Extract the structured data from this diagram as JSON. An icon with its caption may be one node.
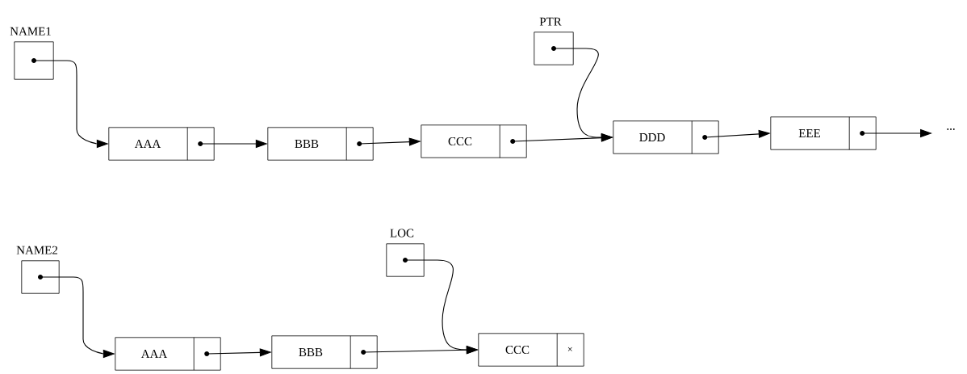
{
  "diagram": {
    "nodes": [
      {
        "text": [
          "NAME1"
        ]
      },
      {
        "text": [
          "PTR"
        ]
      },
      {
        "text": [
          "AAA"
        ]
      },
      {
        "text": [
          "BBB"
        ]
      },
      {
        "text": [
          "CCC"
        ]
      },
      {
        "text": [
          "DDD"
        ]
      },
      {
        "text": [
          "EEE"
        ]
      },
      {
        "text": [
          "NAME2"
        ]
      },
      {
        "text": [
          "LOC"
        ]
      },
      {
        "text": [
          "AAA"
        ]
      },
      {
        "text": [
          "BBB"
        ]
      },
      {
        "text": [
          "CCC",
          "×"
        ]
      }
    ],
    "edges": [
      {
        "from": 0,
        "to": 2,
        "arrow": "to"
      },
      {
        "from": 2,
        "to": 3,
        "arrow": "to"
      },
      {
        "from": 3,
        "to": 4,
        "arrow": "to"
      },
      {
        "from": 4,
        "to": 5,
        "arrow": "to"
      },
      {
        "from": 1,
        "to": 5,
        "arrow": "to"
      },
      {
        "from": 5,
        "to": 6,
        "arrow": "to"
      },
      {
        "from": 6,
        "to": null,
        "arrow": "to"
      },
      {
        "from": 7,
        "to": 9,
        "arrow": "to"
      },
      {
        "from": 9,
        "to": 10,
        "arrow": "to"
      },
      {
        "from": 10,
        "to": 11,
        "arrow": "to"
      },
      {
        "from": 8,
        "to": 11,
        "arrow": "to"
      }
    ],
    "labels": [
      "..."
    ]
  }
}
